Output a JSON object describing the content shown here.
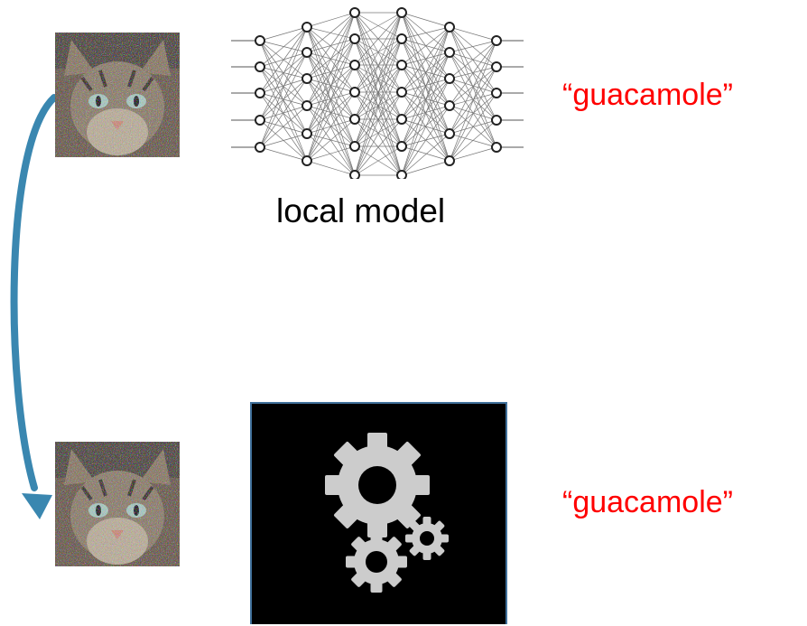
{
  "top_row": {
    "image_icon": "cat-image-icon",
    "model_caption": "local model",
    "prediction": "“guacamole”"
  },
  "bottom_row": {
    "image_icon": "cat-image-icon",
    "model_icon": "gears-icon",
    "prediction": "“guacamole”"
  },
  "colors": {
    "arrow": "#3a87b0",
    "prediction": "#ff0000",
    "blackbox_bg": "#000000",
    "blackbox_border": "#41719c",
    "gears": "#cccccc"
  }
}
